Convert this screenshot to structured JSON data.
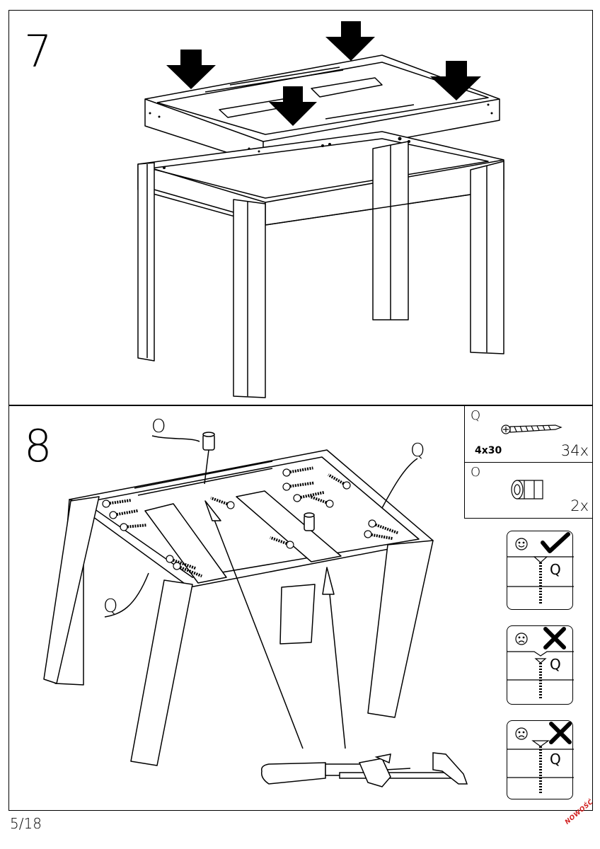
{
  "step7": {
    "number": "7"
  },
  "step8": {
    "number": "8",
    "callouts": {
      "dowel": "O",
      "screw_right": "Q",
      "screw_left": "Q"
    }
  },
  "parts": [
    {
      "letter": "Q",
      "size": "4x30",
      "quantity": "34x",
      "icon": "screw-icon"
    },
    {
      "letter": "O",
      "size": "",
      "quantity": "2x",
      "icon": "dowel-icon"
    }
  ],
  "tips": [
    {
      "mood": "smiley-happy-icon",
      "verdict": "check-icon",
      "label": "Q"
    },
    {
      "mood": "smiley-sad-icon",
      "verdict": "cross-icon",
      "label": "Q"
    },
    {
      "mood": "smiley-sad-icon",
      "verdict": "cross-icon",
      "label": "Q"
    }
  ],
  "footer": {
    "page": "5/18",
    "brand": "NOWOŚĆ"
  },
  "colors": {
    "line": "#000000",
    "brand": "#d11f1f"
  }
}
